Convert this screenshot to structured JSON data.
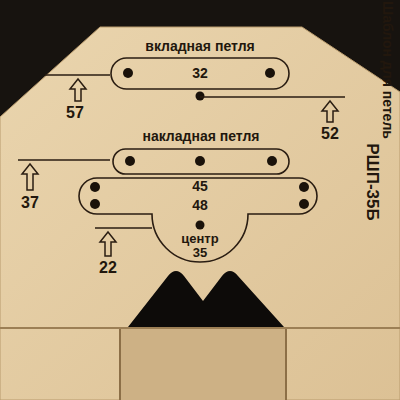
{
  "diagram": {
    "nodes": [
      {
        "text": [
          "вкладная петля",
          "32"
        ]
      },
      {
        "text": [
          "накладная петля"
        ]
      },
      {
        "text": [
          "45",
          "48",
          "центр 35"
        ]
      }
    ],
    "labels": [
      "57",
      "52",
      "37",
      "22",
      "РШП-35Б",
      "Шаблон для петель"
    ]
  }
}
